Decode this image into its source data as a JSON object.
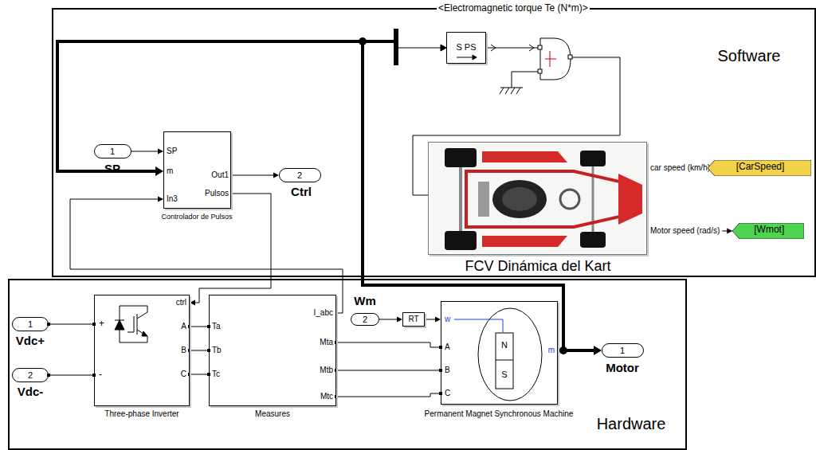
{
  "diagram": {
    "nodes": [
      {
        "text": [
          "Software"
        ]
      },
      {
        "text": [
          "1",
          "SP"
        ],
        "in": 0
      },
      {
        "text": [
          "SP",
          "m",
          "In3",
          "Out1",
          "Pulsos",
          "Controlador de Pulsos"
        ],
        "in": 0
      },
      {
        "text": [
          "2",
          "Ctrl"
        ],
        "in": 0
      },
      {
        "text": [
          "S PS"
        ],
        "in": 0
      },
      {
        "text": [
          "car speed (km/h)",
          "Motor speed (rad/s)",
          "FCV Dinámica del Kart"
        ],
        "in": 0
      },
      {
        "text": [
          "[CarSpeed]"
        ],
        "in": 0
      },
      {
        "text": [
          "[Wmot]"
        ],
        "in": 0
      },
      {
        "text": [
          "Hardware"
        ]
      },
      {
        "text": [
          "1",
          "Vdc+"
        ],
        "in": 8
      },
      {
        "text": [
          "2",
          "Vdc-"
        ],
        "in": 8
      },
      {
        "text": [
          "+",
          "-",
          "ctrl",
          "A",
          "B",
          "C",
          "Three-phase Inverter"
        ],
        "in": 8
      },
      {
        "text": [
          "Ta",
          "Tb",
          "Tc",
          "I_abc",
          "Mta",
          "Mtb",
          "Mtc",
          "Measures"
        ],
        "in": 8
      },
      {
        "text": [
          "Wm",
          "2"
        ],
        "in": 8
      },
      {
        "text": [
          "RT"
        ],
        "in": 8
      },
      {
        "text": [
          "w",
          "N",
          "S",
          "A",
          "B",
          "C",
          "m",
          "Permanent Magnet Synchronous Machine"
        ],
        "in": 8
      },
      {
        "text": [
          "1",
          "Motor"
        ],
        "in": 8
      }
    ],
    "edges": [
      {
        "from": 1,
        "to": 2,
        "arrow": "to"
      },
      {
        "from": 2,
        "to": 3,
        "arrow": "to"
      },
      {
        "from": 2,
        "to": 11,
        "arrow": "to"
      },
      {
        "from": 12,
        "to": 2,
        "arrow": "to"
      },
      {
        "from": 15,
        "to": 2,
        "arrow": "to"
      },
      {
        "from": 15,
        "to": 16,
        "arrow": "to"
      },
      {
        "from": 5,
        "to": 6,
        "arrow": "to"
      },
      {
        "from": 5,
        "to": 7,
        "arrow": "to"
      },
      {
        "from": 9,
        "to": 11,
        "arrow": "none"
      },
      {
        "from": 10,
        "to": 11,
        "arrow": "none"
      },
      {
        "from": 11,
        "to": 12,
        "arrow": "none"
      },
      {
        "from": 11,
        "to": 12,
        "arrow": "none"
      },
      {
        "from": 11,
        "to": 12,
        "arrow": "none"
      },
      {
        "from": 12,
        "to": 15,
        "arrow": "none"
      },
      {
        "from": 12,
        "to": 15,
        "arrow": "none"
      },
      {
        "from": 12,
        "to": 15,
        "arrow": "none"
      },
      {
        "from": 13,
        "to": 14,
        "arrow": "to"
      },
      {
        "from": 14,
        "to": 15,
        "arrow": "to"
      }
    ],
    "labels": [
      "<Electromagnetic torque Te (N*m)>"
    ]
  }
}
